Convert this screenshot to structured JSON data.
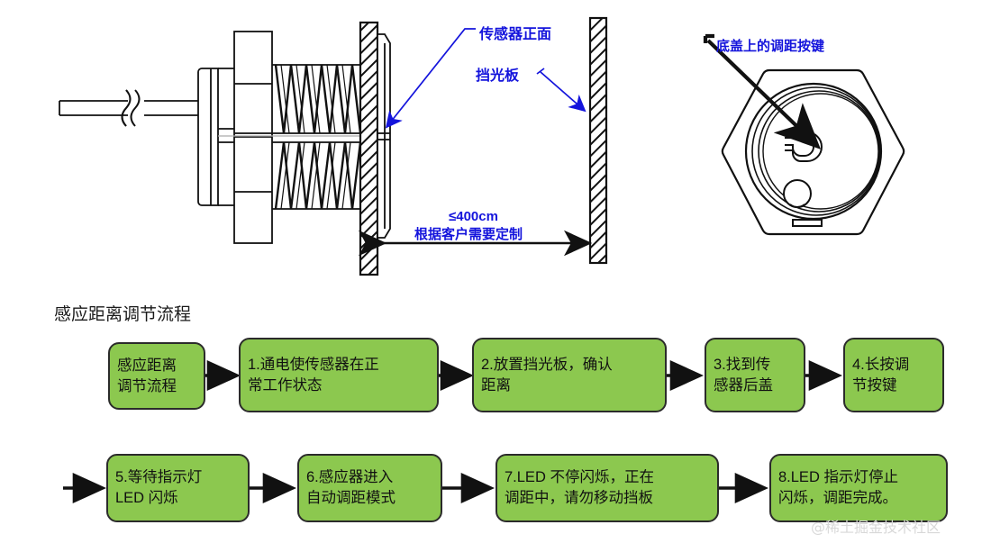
{
  "page": {
    "background": "#ffffff",
    "annotation_color": "#1414dc",
    "box_fill": "#8CC84F",
    "box_border": "#2b2b2b",
    "watermark": "@稀土掘金技术社区"
  },
  "diagram": {
    "annotations": [
      {
        "id": "sensor-face",
        "text": "传感器正面"
      },
      {
        "id": "shield-plate",
        "text": "挡光板"
      },
      {
        "id": "button-cap",
        "text": "底盖上的调距按键"
      }
    ],
    "dimension": {
      "value": "≤400cm",
      "note": "根据客户需要定制"
    }
  },
  "flow": {
    "title": "感应距离调节流程",
    "row1": [
      {
        "id": "start",
        "lines": [
          "感应距离",
          "调节流程"
        ]
      },
      {
        "id": "step-1",
        "lines": [
          "1.通电使传感器在正",
          "常工作状态"
        ]
      },
      {
        "id": "step-2",
        "lines": [
          "2.放置挡光板，确认",
          "距离"
        ]
      },
      {
        "id": "step-3",
        "lines": [
          "3.找到传",
          "感器后盖"
        ]
      },
      {
        "id": "step-4",
        "lines": [
          "4.长按调",
          "节按键"
        ]
      }
    ],
    "row2": [
      {
        "id": "step-5",
        "lines": [
          "5.等待指示灯",
          "LED 闪烁"
        ]
      },
      {
        "id": "step-6",
        "lines": [
          "6.感应器进入",
          "自动调距模式"
        ]
      },
      {
        "id": "step-7",
        "lines": [
          "7.LED 不停闪烁，正在",
          "调距中，请勿移动挡板"
        ]
      },
      {
        "id": "step-8",
        "lines": [
          "8.LED 指示灯停止",
          "闪烁，调距完成。"
        ]
      }
    ]
  }
}
